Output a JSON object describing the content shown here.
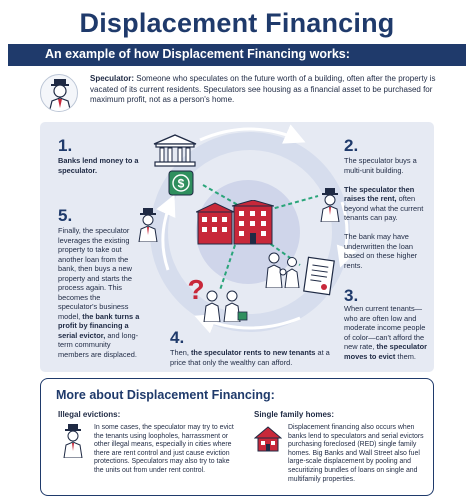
{
  "header": {
    "title": "Displacement Financing",
    "subtitle": "An example of how Displacement Financing works:"
  },
  "speculator": {
    "term": "Speculator:",
    "definition": "Someone who speculates on the future worth of a building, often after the property is vacated of its current residents. Speculators see housing as a financial asset to be purchased for maximum profit, not as a person's home."
  },
  "steps": [
    {
      "number": "1.",
      "lead": "Banks lend money to a speculator.",
      "rest": ""
    },
    {
      "number": "2.",
      "pre": "The speculator buys a multi-unit building.",
      "lead": "The speculator then raises the rent,",
      "rest": "often beyond what the current tenants can pay.",
      "extra": "The bank may have underwritten the loan based on these higher rents."
    },
    {
      "number": "3.",
      "pre": "When current tenants—who are often low and moderate income people of color—can't afford the new rate,",
      "lead": "the speculator moves to evict",
      "rest": "them."
    },
    {
      "number": "4.",
      "pre": "Then,",
      "lead": "the speculator rents to new tenants",
      "rest": "at a price that only the wealthy can afford."
    },
    {
      "number": "5.",
      "pre": "Finally, the speculator leverages the existing property to take out another loan from the bank, then buys a new property and starts the process again. This becomes the speculator's business model,",
      "lead": "the bank turns a profit by financing a serial evictor,",
      "rest": "and long-term community members are displaced."
    }
  ],
  "more": {
    "title": "More about Displacement Financing:",
    "illegal": {
      "heading": "Illegal evictions:",
      "text": "In some cases, the speculator may try to evict the tenants using loopholes, harrassment or other illegal means, especially in cities where there are rent control and just cause eviction protections. Speculators may also try to take the units out from under rent control."
    },
    "single": {
      "heading": "Single family homes:",
      "text": "Displacement financing also occurs when banks lend to speculators and serial evictors purchasing foreclosed (RED) single family homes. Big Banks and Wall Street also fuel large-scale displacement by pooling and securitizing bundles of loans on single and multifamily properties."
    }
  },
  "colors": {
    "navy": "#1f3a6b",
    "panel": "#e6eaf3",
    "red": "#c8283a",
    "green": "#2f8f5e",
    "teal_dash": "#2aa57a"
  },
  "icons": [
    "bank-icon",
    "money-icon",
    "speculator-icon",
    "red-building-icon",
    "lease-document-icon",
    "question-mark-icon",
    "family-icon",
    "house-icon",
    "tenant-icon"
  ]
}
